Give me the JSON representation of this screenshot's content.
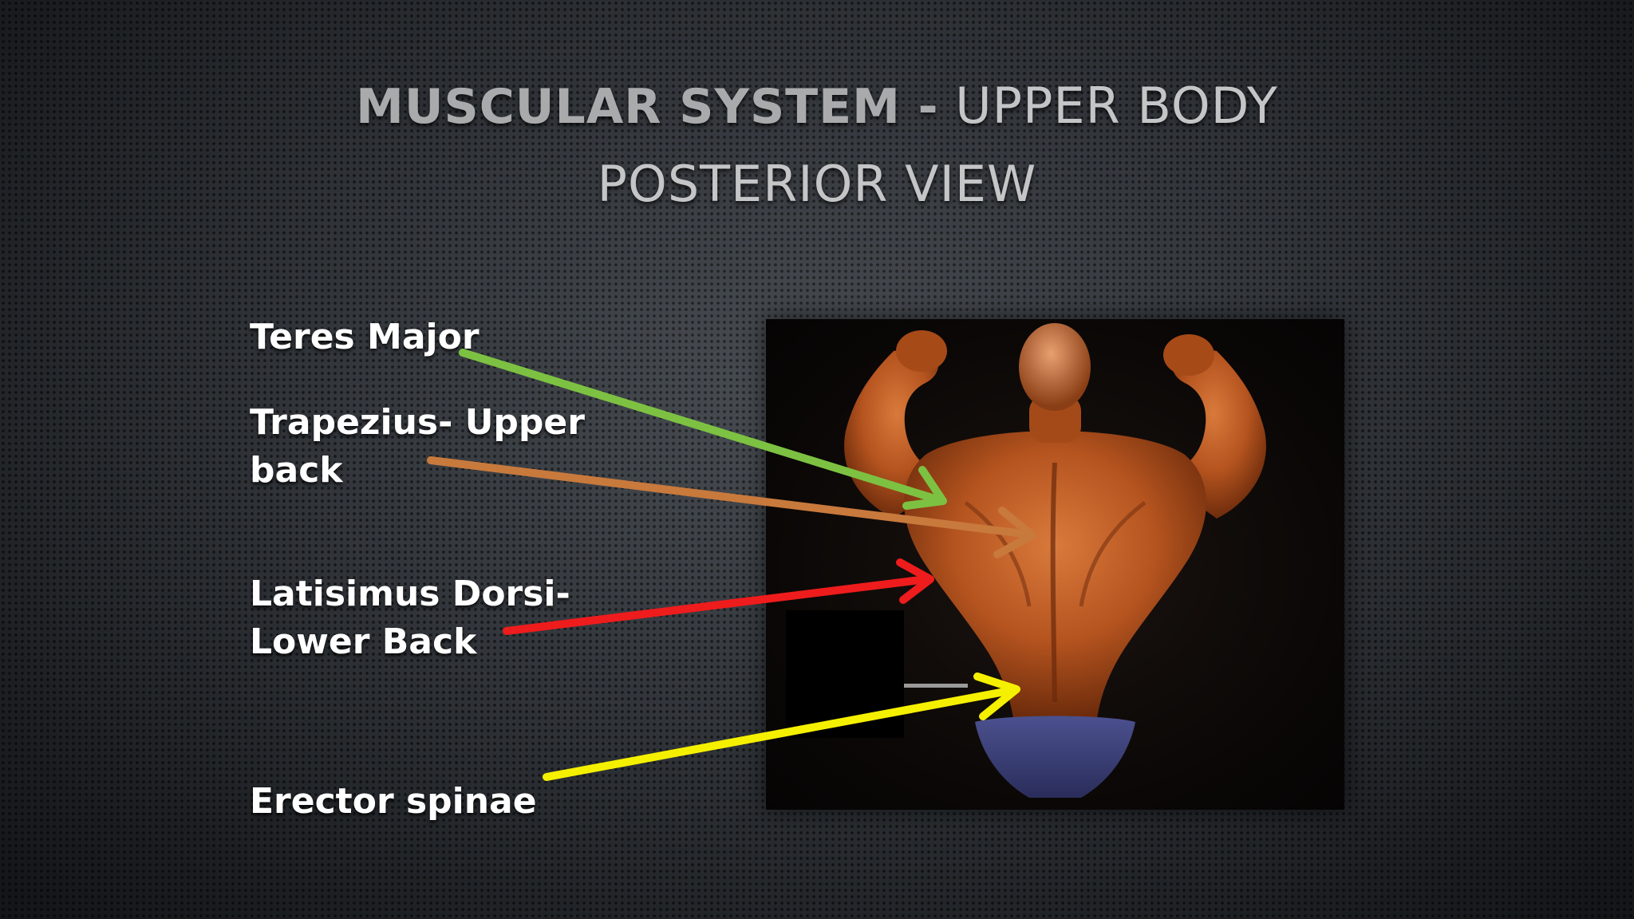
{
  "slide": {
    "title_bold": "MUSCULAR SYSTEM -",
    "title_light": " UPPER BODY",
    "title_line2": "POSTERIOR VIEW"
  },
  "labels": {
    "teres_major": "Teres Major",
    "trapezius_line1": "Trapezius- Upper",
    "trapezius_line2": "back",
    "latissimus_line1": "Latisimus Dorsi-",
    "latissimus_line2": "Lower Back",
    "erector": "Erector spinae"
  },
  "arrow_colors": {
    "teres_major": "#7dc142",
    "trapezius": "#c8793c",
    "latissimus": "#ee1c1c",
    "erector": "#f5f000"
  },
  "image": {
    "subject": "bodybuilder back double biceps pose",
    "skin_color": "#b5541f",
    "shorts_color": "#3a3f78"
  }
}
